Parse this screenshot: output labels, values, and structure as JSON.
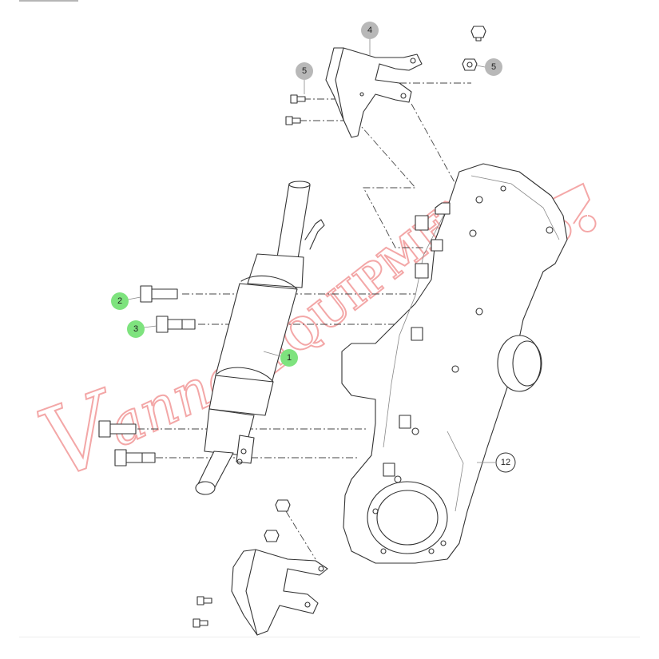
{
  "diagram": {
    "title": "Steering cylinder and axle housing exploded view",
    "callouts": [
      {
        "id": "1",
        "style": "green"
      },
      {
        "id": "2",
        "style": "green"
      },
      {
        "id": "3",
        "style": "green"
      },
      {
        "id": "4",
        "style": "gray"
      },
      {
        "id": "5",
        "style": "gray"
      },
      {
        "id": "5b",
        "label": "5",
        "style": "gray"
      },
      {
        "id": "12",
        "style": "outline"
      }
    ],
    "labels": {
      "c1": "1",
      "c2": "2",
      "c3": "3",
      "c4": "4",
      "c5a": "5",
      "c5b": "5",
      "c12": "12"
    },
    "watermark": {
      "script": "Vanner",
      "block": "EQUIPMENT"
    },
    "colors": {
      "green": "#7ee37e",
      "gray": "#b8b8b8",
      "watermark": "#f08a8a",
      "line": "#333333"
    }
  }
}
